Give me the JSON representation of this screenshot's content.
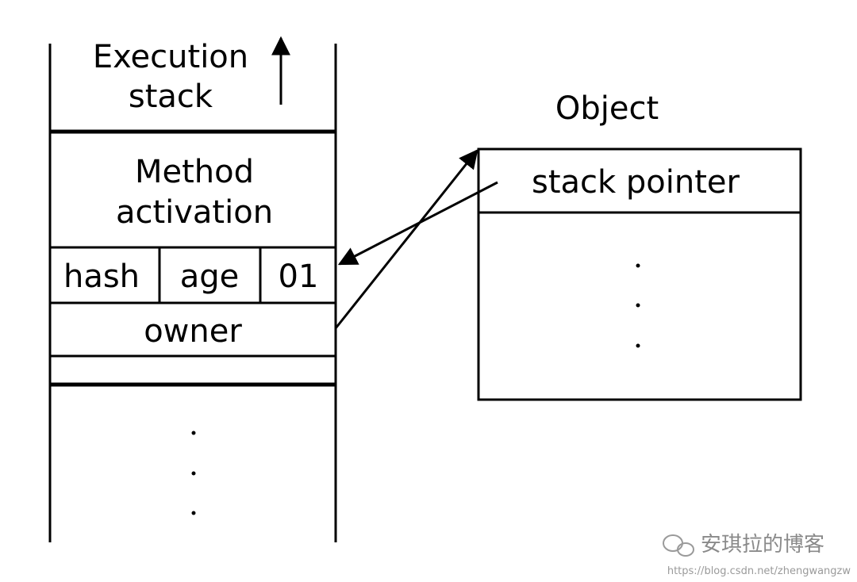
{
  "stack": {
    "title_line1": "Execution",
    "title_line2": "stack",
    "method_line1": "Method",
    "method_line2": "activation",
    "cell_hash": "hash",
    "cell_age": "age",
    "cell_lock": "01",
    "owner": "owner",
    "continuation": "·\n·\n·"
  },
  "object": {
    "title": "Object",
    "header": "stack pointer",
    "continuation": "·\n·\n·"
  },
  "watermark": {
    "name": "安琪拉的博客",
    "url": "https://blog.csdn.net/zhengwangzw"
  }
}
